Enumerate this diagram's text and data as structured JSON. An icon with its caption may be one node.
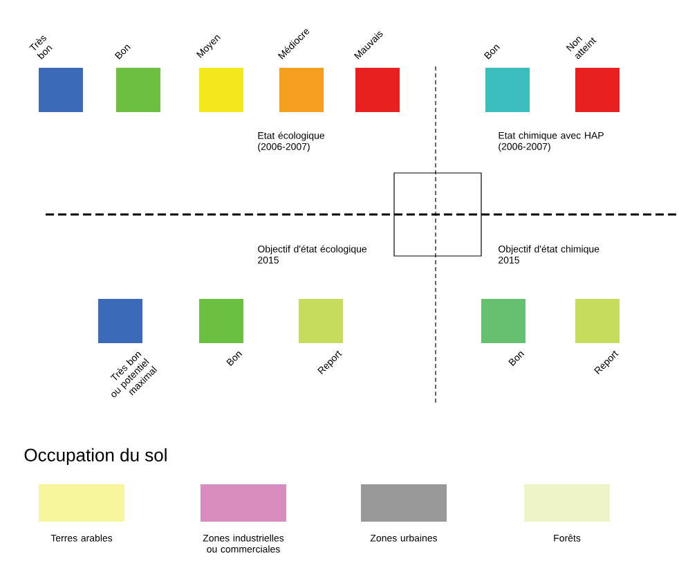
{
  "diagram": {
    "labels": [
      "Etat écologique (2006-2007)",
      "Etat chimique avec HAP (2006-2007)",
      "Objectif d'état écologique 2015",
      "Objectif d'état chimique 2015",
      "Occupation du sol"
    ],
    "legend": [
      {
        "text": "Très bon",
        "color": "#3a6ab8"
      },
      {
        "text": "Bon",
        "color": "#6cbf3f"
      },
      {
        "text": "Moyen",
        "color": "#f2e81a"
      },
      {
        "text": "Médiocre",
        "color": "#f5a01e"
      },
      {
        "text": "Mauvais",
        "color": "#e8201e"
      },
      {
        "text": "Bon",
        "color": "#3cbcbc"
      },
      {
        "text": "Non atteint",
        "color": "#e8201e"
      },
      {
        "text": "Très bon ou potentiel maximal",
        "color": "#3a6ab8"
      },
      {
        "text": "Bon",
        "color": "#6cbf3f"
      },
      {
        "text": "Report",
        "color": "#c5dd5a"
      },
      {
        "text": "Bon",
        "color": "#66c070"
      },
      {
        "text": "Report",
        "color": "#c5dd5a"
      },
      {
        "text": "Terres arables",
        "color": "#f7f59c"
      },
      {
        "text": "Zones industrielles ou commerciales",
        "color": "#d98cc0"
      },
      {
        "text": "Zones urbaines",
        "color": "#999999"
      },
      {
        "text": "Forêts",
        "color": "#eef3c8"
      }
    ]
  }
}
